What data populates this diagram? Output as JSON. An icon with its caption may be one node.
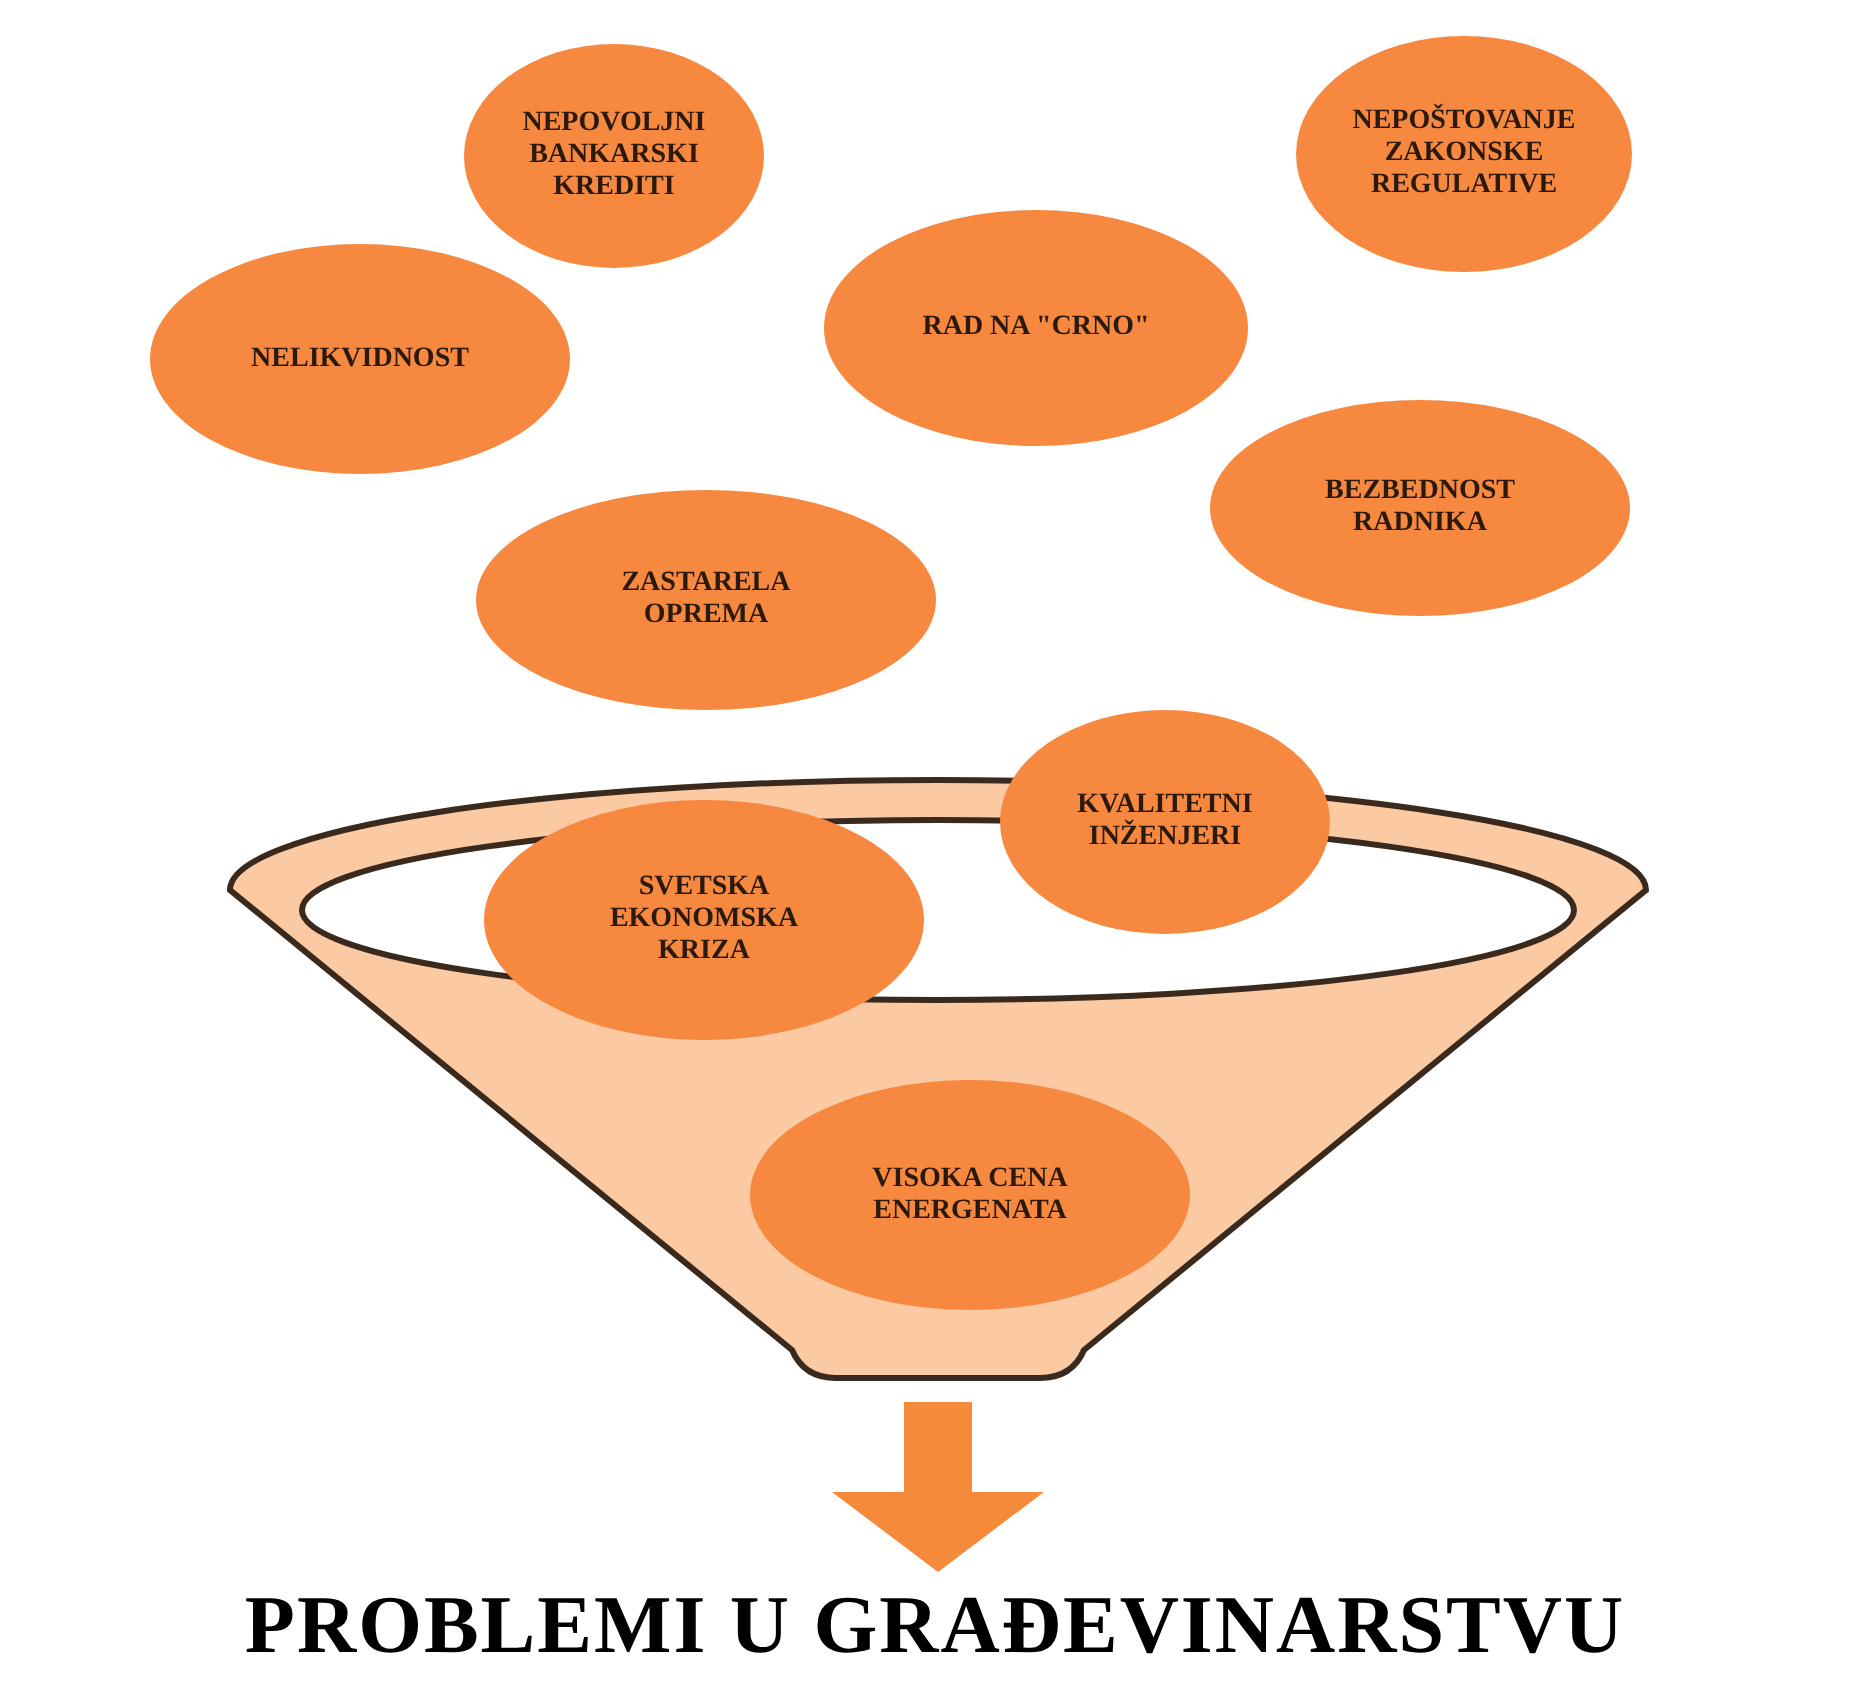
{
  "diagram": {
    "nodes": [
      {
        "text": [
          "NEPOVOLJNI BANKARSKI KREDITI"
        ]
      },
      {
        "text": [
          "NEPOŠTOVANJE ZAKONSKE REGULATIVE"
        ]
      },
      {
        "text": [
          "NELIKVIDNOST"
        ]
      },
      {
        "text": [
          "RAD NA \"CRNO\""
        ]
      },
      {
        "text": [
          "BEZBEDNOST RADNIKA"
        ]
      },
      {
        "text": [
          "ZASTARELA OPREMA"
        ]
      },
      {
        "text": [
          "KVALITETNI INŽENJERI"
        ]
      },
      {
        "text": [],
        "shape": "funnel"
      },
      {
        "text": [
          "SVETSKA EKONOMSKA KRIZA"
        ],
        "in": 7
      },
      {
        "text": [
          "VISOKA CENA ENERGENATA"
        ],
        "in": 7
      },
      {
        "text": [
          "PROBLEMI U GRAĐEVINARSTVU"
        ]
      }
    ],
    "edges": [
      {
        "from": 7,
        "to": 10,
        "arrow": "to"
      }
    ]
  }
}
